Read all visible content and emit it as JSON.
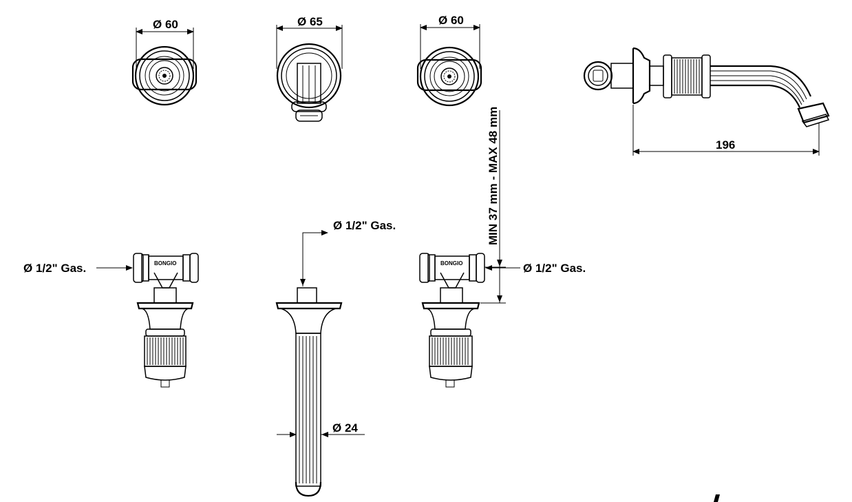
{
  "labels": {
    "top_left_diameter": "Ø 60",
    "top_center_diameter": "Ø 65",
    "top_right_diameter": "Ø 60",
    "side_view_length": "196",
    "wall_thickness": "MIN 37 mm - MAX 48 mm",
    "left_valve_connection": "Ø 1/2\" Gas.",
    "spout_connection": "Ø 1/2\" Gas.",
    "right_valve_connection": "Ø 1/2\" Gas.",
    "spout_diameter": "Ø 24",
    "valve_brand_left": "BONGIO",
    "valve_brand_right": "BONGIO"
  }
}
